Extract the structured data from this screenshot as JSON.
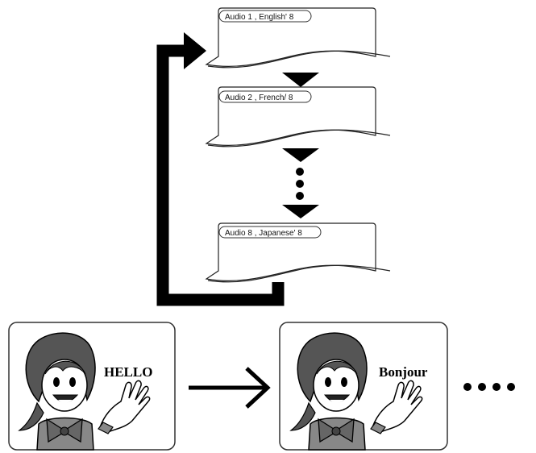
{
  "audio_tracks": [
    {
      "label": "Audio 1 , English' 8"
    },
    {
      "label": "Audio 2 , French/ 8"
    },
    {
      "label": "Audio 8 , Japanese' 8"
    }
  ],
  "panels": [
    {
      "speech": "HELLO"
    },
    {
      "speech": "Bonjour"
    }
  ]
}
